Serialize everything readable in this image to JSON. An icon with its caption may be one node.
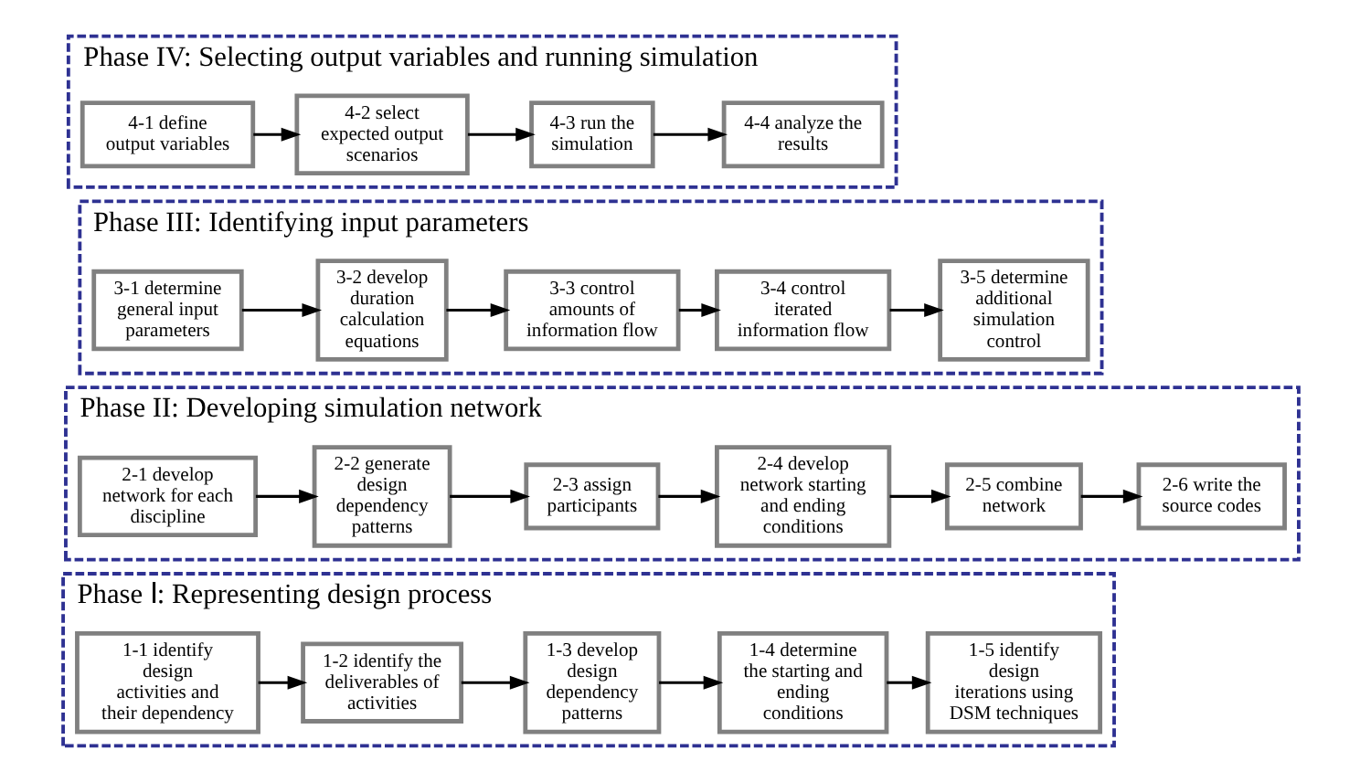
{
  "diagram": {
    "nodes": [
      {
        "text": [
          "Phase Ⅰ: Representing design process"
        ]
      },
      {
        "text": [
          "1-1 identify design activities and their dependency"
        ],
        "in": 0
      },
      {
        "text": [
          "1-2 identify the deliverables of activities"
        ],
        "in": 0
      },
      {
        "text": [
          "1-3 develop design dependency patterns"
        ],
        "in": 0
      },
      {
        "text": [
          "1-4 determine the starting and ending conditions"
        ],
        "in": 0
      },
      {
        "text": [
          "1-5 identify design iterations using DSM techniques"
        ],
        "in": 0
      },
      {
        "text": [
          "Phase II: Developing simulation network"
        ]
      },
      {
        "text": [
          "2-1 develop network for each discipline"
        ],
        "in": 6
      },
      {
        "text": [
          "2-2 generate design dependency patterns"
        ],
        "in": 6
      },
      {
        "text": [
          "2-3 assign participants"
        ],
        "in": 6
      },
      {
        "text": [
          "2-4 develop network starting and ending conditions"
        ],
        "in": 6
      },
      {
        "text": [
          "2-5 combine network"
        ],
        "in": 6
      },
      {
        "text": [
          "2-6 write the source codes"
        ],
        "in": 6
      },
      {
        "text": [
          "Phase III: Identifying input parameters"
        ]
      },
      {
        "text": [
          "3-1 determine general input parameters"
        ],
        "in": 13
      },
      {
        "text": [
          "3-2 develop duration calculation equations"
        ],
        "in": 13
      },
      {
        "text": [
          "3-3 control amounts of information flow"
        ],
        "in": 13
      },
      {
        "text": [
          "3-4 control iterated information flow"
        ],
        "in": 13
      },
      {
        "text": [
          "3-5 determine additional simulation control"
        ],
        "in": 13
      },
      {
        "text": [
          "Phase IV: Selecting output variables and running simulation"
        ]
      },
      {
        "text": [
          "4-1 define output variables"
        ],
        "in": 19
      },
      {
        "text": [
          "4-2 select expected output scenarios"
        ],
        "in": 19
      },
      {
        "text": [
          "4-3 run the simulation"
        ],
        "in": 19
      },
      {
        "text": [
          "4-4 analyze the results"
        ],
        "in": 19
      }
    ],
    "edges": [
      {
        "from": 1,
        "to": 2,
        "arrow": "to"
      },
      {
        "from": 2,
        "to": 3,
        "arrow": "to"
      },
      {
        "from": 3,
        "to": 4,
        "arrow": "to"
      },
      {
        "from": 4,
        "to": 5,
        "arrow": "to"
      },
      {
        "from": 7,
        "to": 8,
        "arrow": "to"
      },
      {
        "from": 8,
        "to": 9,
        "arrow": "to"
      },
      {
        "from": 9,
        "to": 10,
        "arrow": "to"
      },
      {
        "from": 10,
        "to": 11,
        "arrow": "to"
      },
      {
        "from": 11,
        "to": 12,
        "arrow": "to"
      },
      {
        "from": 14,
        "to": 15,
        "arrow": "to"
      },
      {
        "from": 15,
        "to": 16,
        "arrow": "to"
      },
      {
        "from": 16,
        "to": 17,
        "arrow": "to"
      },
      {
        "from": 17,
        "to": 18,
        "arrow": "to"
      },
      {
        "from": 20,
        "to": 21,
        "arrow": "to"
      },
      {
        "from": 21,
        "to": 22,
        "arrow": "to"
      },
      {
        "from": 22,
        "to": 23,
        "arrow": "to"
      }
    ]
  }
}
